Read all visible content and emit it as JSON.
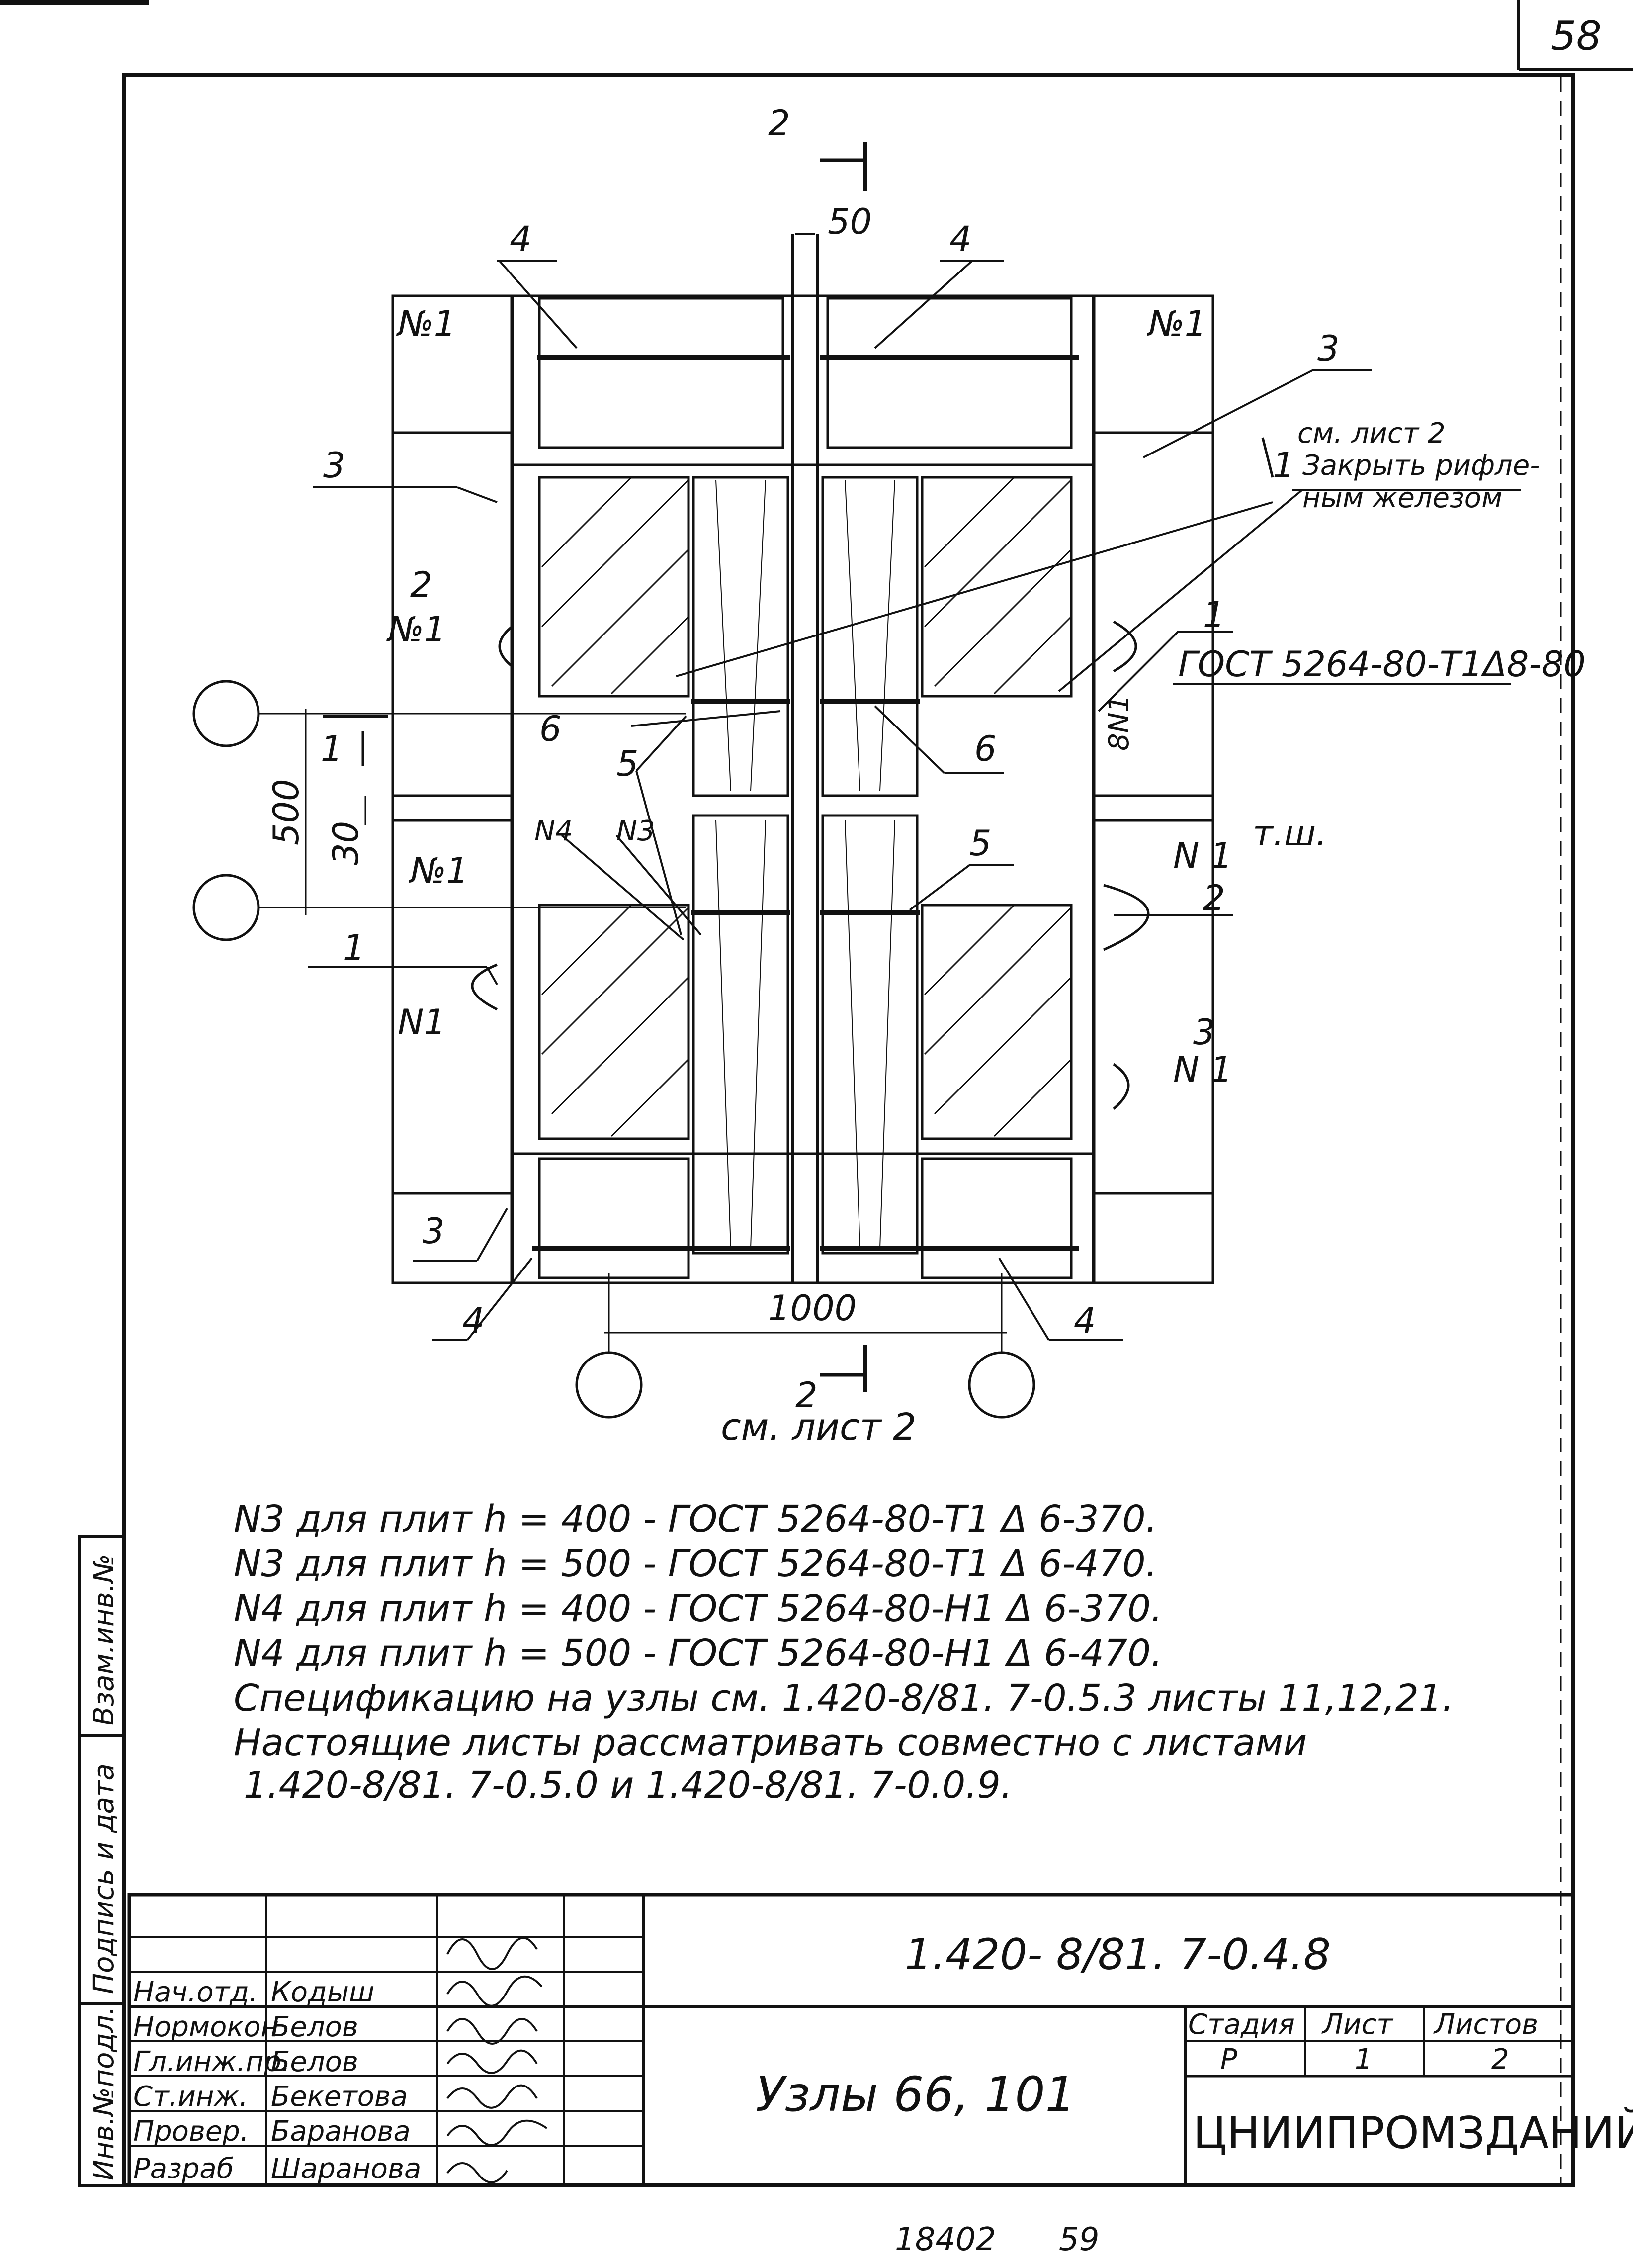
{
  "sheet_number_corner": "58",
  "drawing": {
    "section_top": "2",
    "section_bottom": "2",
    "section_bottom_ref": "см. лист 2",
    "dim_gap": "50",
    "dim_500": "500",
    "dim_30": "30",
    "dim_1000": "1000",
    "section_1_left": "1",
    "section_1_right": "1",
    "callout_4": "4",
    "callout_3": "3",
    "callout_2": "2",
    "callout_1": "1",
    "callout_5": "5",
    "callout_6": "6",
    "n1": "№1",
    "n1_plain": "N1",
    "n1_spaced": "N 1",
    "n3": "N3",
    "n4": "N4",
    "n1_vertical": "8N1",
    "note_see_sheet": "см. лист 2",
    "note_cover": "Закрыть рифле-",
    "note_cover2": "ным железом",
    "gost_weld": "ГОСТ 5264-80-Т1Δ8-80",
    "tsh": "т.ш."
  },
  "notes": [
    "N3 для плит  h = 400 - ГОСТ 5264-80-Т1 Δ 6-370.",
    "N3 для плит  h = 500 - ГОСТ 5264-80-Т1 Δ 6-470.",
    "N4 для плит  h = 400 - ГОСТ 5264-80-Н1 Δ 6-370.",
    "N4 для плит  h = 500 - ГОСТ 5264-80-Н1 Δ 6-470.",
    "Спецификацию на узлы см. 1.420-8/81. 7-0.5.3 листы 11,12,21.",
    "Настоящие листы рассматривать совместно с листами",
    "1.420-8/81. 7-0.5.0 и 1.420-8/81. 7-0.0.9."
  ],
  "side_stamp": {
    "inv_orig": "Инв.№подл.",
    "sign_date": "Подпись и дата",
    "inv_replace": "Взам.инв.№"
  },
  "title_block": {
    "code": "1.420- 8/81. 7-0.4.8",
    "title": "Узлы 66, 101",
    "stage_label": "Стадия",
    "sheet_label": "Лист",
    "sheets_label": "Листов",
    "stage": "Р",
    "sheet": "1",
    "sheets": "2",
    "org": "ЦНИИПРОМЗДАНИЙ",
    "roles": [
      {
        "role": "Нач.отд.",
        "name": "Кодыш"
      },
      {
        "role": "Нормокон",
        "name": "Белов"
      },
      {
        "role": "Гл.инж.пр.",
        "name": "Белов"
      },
      {
        "role": "Ст.инж.",
        "name": "Бекетова"
      },
      {
        "role": "Провер.",
        "name": "Баранова"
      },
      {
        "role": "Разраб",
        "name": "Шаранова"
      }
    ]
  },
  "footer": {
    "left": "18402",
    "right": "59"
  }
}
